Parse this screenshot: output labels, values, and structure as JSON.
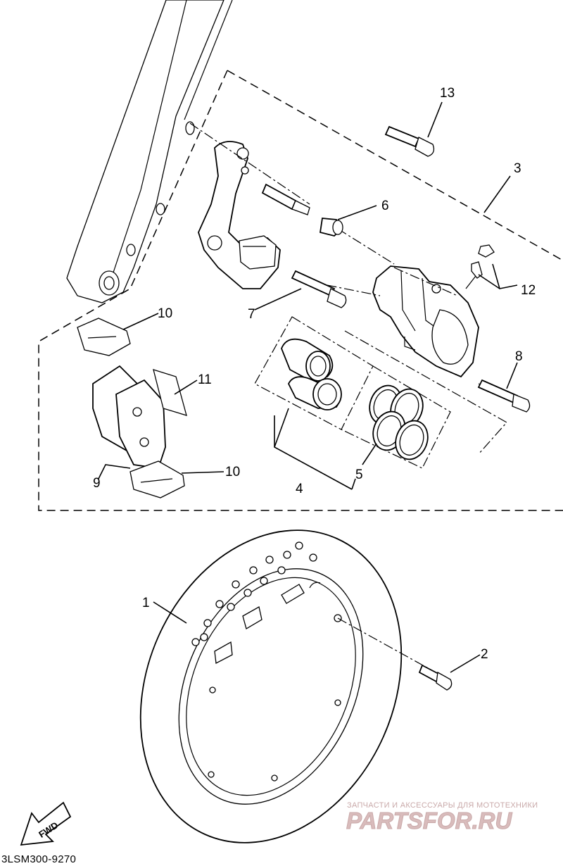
{
  "diagram": {
    "code": "3LSM300-9270",
    "fwd_label": "FWD",
    "callouts": {
      "c1": "1",
      "c2": "2",
      "c3": "3",
      "c4": "4",
      "c5": "5",
      "c6": "6",
      "c7": "7",
      "c8": "8",
      "c9": "9",
      "c10a": "10",
      "c10b": "10",
      "c11": "11",
      "c12": "12",
      "c13": "13"
    }
  },
  "watermark": {
    "tagline": "ЗАПЧАСТИ И АКСЕССУАРЫ ДЛЯ МОТОТЕХНИКИ",
    "logo_text": "PARTSFOR.RU",
    "color": "#c9a9a9"
  }
}
